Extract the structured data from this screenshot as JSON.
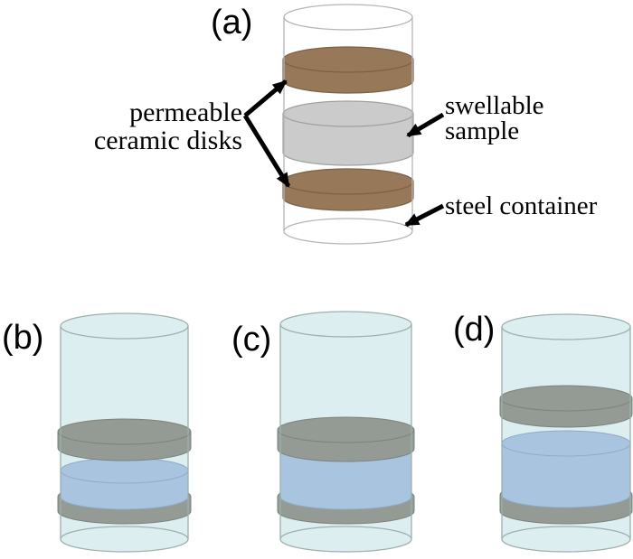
{
  "panels": {
    "a": {
      "label": "(a)"
    },
    "b": {
      "label": "(b)"
    },
    "c": {
      "label": "(c)"
    },
    "d": {
      "label": "(d)"
    }
  },
  "annotations": {
    "permeable_ceramic_disks": {
      "line1": "permeable",
      "line2": "ceramic disks"
    },
    "swellable_sample": {
      "line1": "swellable",
      "line2": "sample"
    },
    "steel_container": {
      "label": "steel container"
    }
  },
  "colors": {
    "background": "#ffffff",
    "text_black": "#000000",
    "arrow_black": "#000000",
    "container_fill": "#ffffff",
    "container_outline": "#b5b5b5",
    "ceramic_disk_brown": "#97795a",
    "ceramic_disk_brown_edge": "#7a6147",
    "sample_dry_gray": "#cbcbcb",
    "sample_dry_gray_edge": "#a0a0a0",
    "wet_container_fill": "#ddeef0",
    "wet_container_outline": "#9cb0ac",
    "wet_disk_gray": "#939b94",
    "wet_disk_gray_edge": "#7b837c",
    "wet_sample_blue": "#a9c4de",
    "wet_sample_blue_edge": "#8fabc7"
  }
}
